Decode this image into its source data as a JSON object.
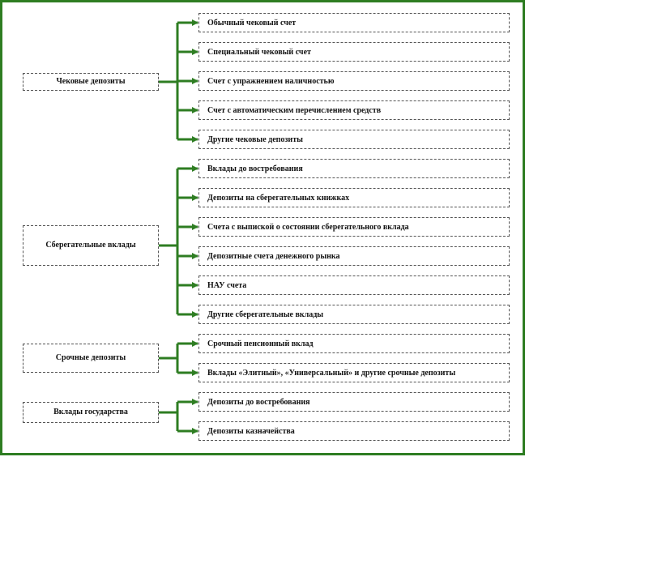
{
  "diagram": {
    "groups": [
      {
        "label": "Чековые  депозиты",
        "items": [
          "Обычный чековый счет",
          "Специальный чековый счет",
          "Счет  с упражнением наличностью",
          "Счет  с автоматическим перечислением средств",
          "Другие чековые депозиты"
        ]
      },
      {
        "label": "Сберегательные вклады",
        "items": [
          "Вклады  до востребования",
          "Депозиты на сберегательных  книжках",
          "Счета  с выпиской о состоянии сберегательного вклада",
          "Депозитные  счета денежного рынка",
          "НАУ счета",
          "Другие сберегательные  вклады"
        ]
      },
      {
        "label": "Срочные  депозиты",
        "items": [
          "Срочный пенсионный вклад",
          "Вклады «Элитный»,  «Универсальный» и другие срочные депозиты"
        ]
      },
      {
        "label": "Вклады  государства",
        "items": [
          "Депозиты до востребования",
          "Депозиты казначейства"
        ]
      }
    ],
    "colors": {
      "frame": "#2e7d22",
      "connector": "#2e7d22",
      "box_border": "#555555"
    }
  }
}
